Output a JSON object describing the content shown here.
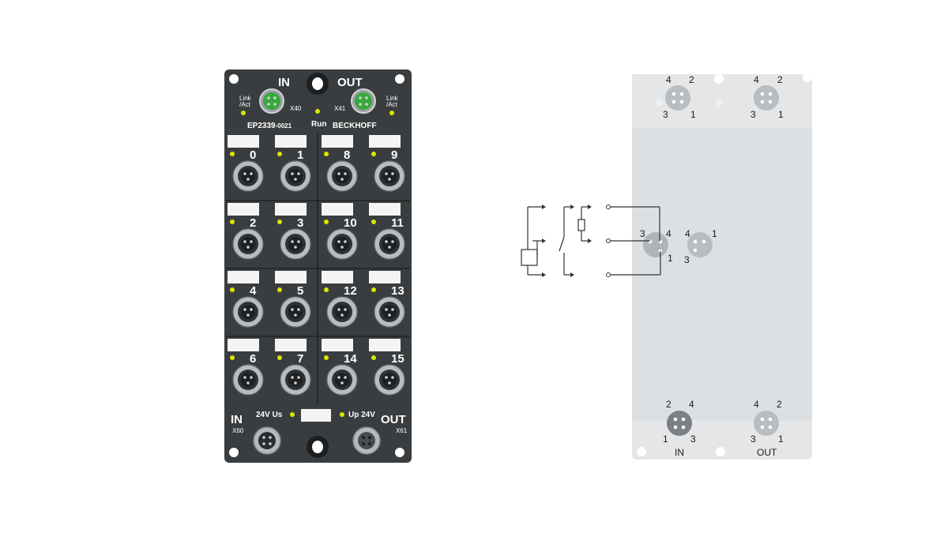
{
  "module": {
    "in_label": "IN",
    "out_label": "OUT",
    "x40": "X40",
    "x41": "X41",
    "link_act_left": "Link\n/Act",
    "link_act_right": "Link\n/Act",
    "model": "EP2339",
    "model_suffix": "-0021",
    "run": "Run",
    "brand": "BECKHOFF",
    "channels": [
      "0",
      "1",
      "8",
      "9",
      "2",
      "3",
      "10",
      "11",
      "4",
      "5",
      "12",
      "13",
      "6",
      "7",
      "14",
      "15"
    ],
    "power_in": "IN",
    "power_out": "OUT",
    "x60": "X60",
    "x61": "X61",
    "us_label": "24V Us",
    "up_label": "Up 24V"
  },
  "diagram": {
    "top_left_pins": [
      "4",
      "2",
      "3",
      "1"
    ],
    "top_right_pins": [
      "4",
      "2",
      "3",
      "1"
    ],
    "center_left_pins": [
      "3",
      "4",
      "1"
    ],
    "center_right_pins": [
      "4",
      "1",
      "3"
    ],
    "bottom_left_pins": [
      "2",
      "4",
      "1",
      "3"
    ],
    "bottom_right_pins": [
      "4",
      "2",
      "3",
      "1"
    ],
    "bottom_in": "IN",
    "bottom_out": "OUT"
  }
}
